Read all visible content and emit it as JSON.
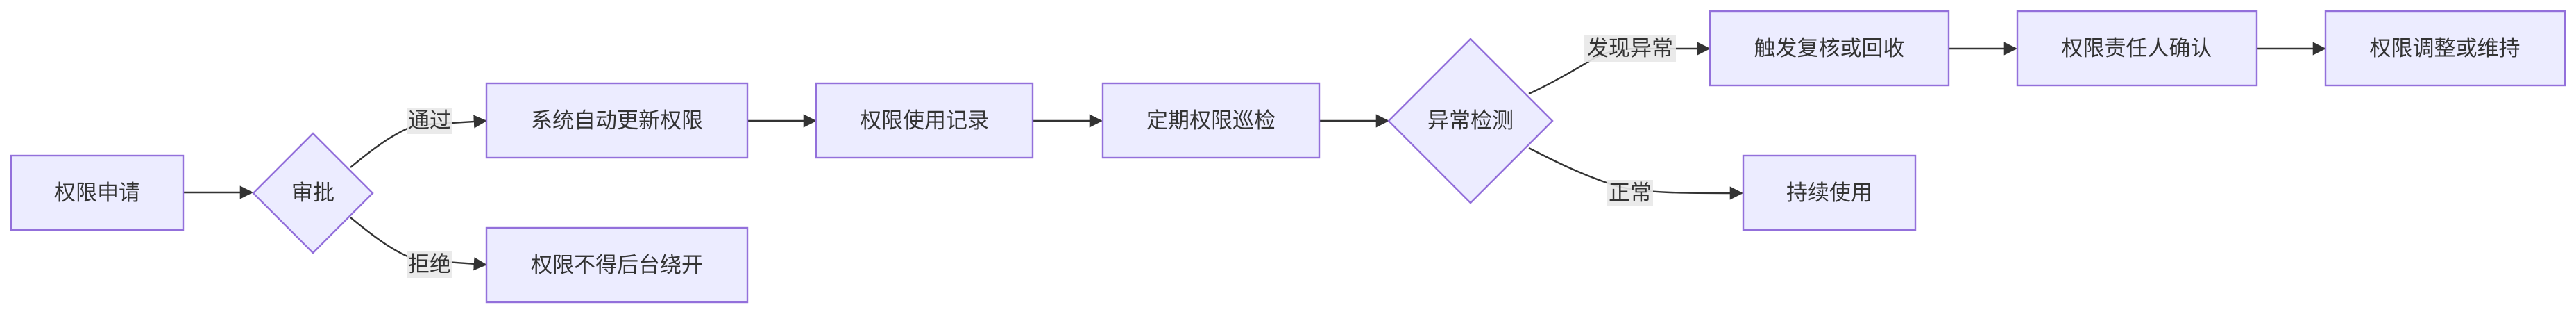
{
  "nodes": {
    "apply": "权限申请",
    "approve": "审批",
    "auto_update": "系统自动更新权限",
    "no_bypass": "权限不得后台绕开",
    "usage_log": "权限使用记录",
    "patrol": "定期权限巡检",
    "anomaly_check": "异常检测",
    "trigger_review": "触发复核或回收",
    "continue_use": "持续使用",
    "owner_confirm": "权限责任人确认",
    "adjust_keep": "权限调整或维持"
  },
  "edge_labels": {
    "pass": "通过",
    "reject": "拒绝",
    "anomaly_found": "发现异常",
    "normal": "正常"
  },
  "colors": {
    "node_fill": "#ECECFF",
    "node_stroke": "#9370DB",
    "edge": "#333333",
    "text": "#333333",
    "label_bg": "#E8E8E8"
  }
}
